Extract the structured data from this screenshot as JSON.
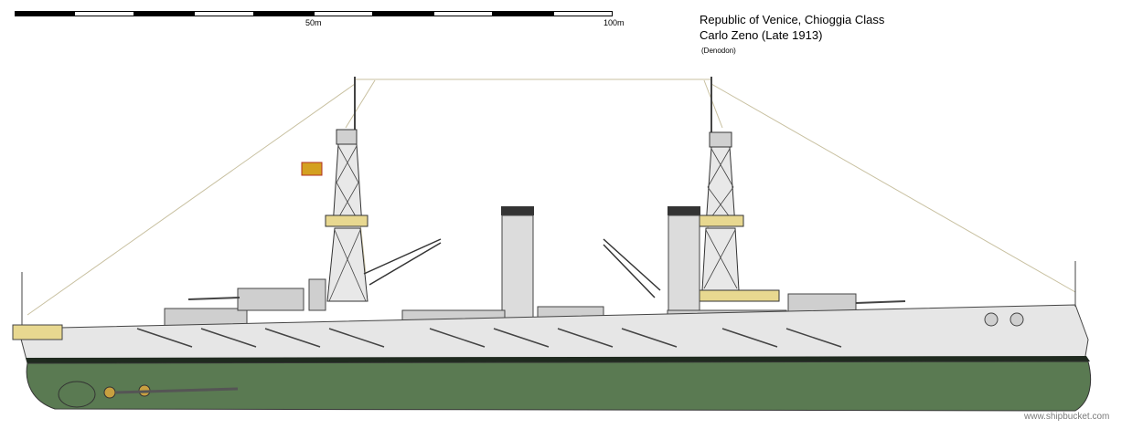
{
  "scale": {
    "label_mid": "50m",
    "label_end": "100m"
  },
  "title": {
    "line1": "Republic of Venice, Chioggia Class",
    "line2": "Carlo Zeno (Late 1913)",
    "author": "(Denodon)"
  },
  "watermark": "www.shipbucket.com",
  "colors": {
    "hull_upper": "#e6e6e6",
    "hull_lower": "#5a7a52",
    "boot_top": "#1f2a1f",
    "superstructure": "#cfcfcf",
    "rigging": "#c8c0a0",
    "flag": "#d4a020"
  }
}
